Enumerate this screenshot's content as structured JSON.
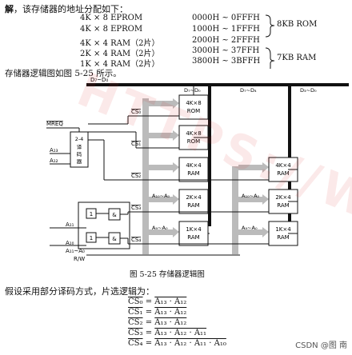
{
  "intro": {
    "bold": "解",
    "text": "，该存储器的地址分配如下："
  },
  "allocation": [
    {
      "mem": "4K × 8  EPROM",
      "addr": "0000H ~ 0FFFH"
    },
    {
      "mem": "4K × 8  EPROM",
      "addr": "1000H ~ 1FFFH"
    },
    {
      "mem": "4K × 4  RAM（2片）",
      "addr": "2000H ~ 2FFFH"
    },
    {
      "mem": "2K × 4  RAM（2片）",
      "addr": "3000H ~ 37FFH"
    },
    {
      "mem": "1K × 4  RAM（2片）",
      "addr": "3800H ~ 3BFFH"
    }
  ],
  "groups": {
    "rom": "8KB ROM",
    "ram": "7KB RAM"
  },
  "diagram_intro": "存储器逻辑图如图 5-25 所示。",
  "figure": {
    "bus_label": "D₇~D₀",
    "sub_bus_left": "D₇~D₀",
    "sub_bus_mid": "D₇~D₄",
    "sub_bus_right": "D₃~D₀",
    "mreq": "MREQ",
    "decoder": "2-4\n译码器",
    "a13": "A₁₃",
    "a12": "A₁₂",
    "a11": "A₁₁",
    "a10": "A₁₀",
    "a11_a0": "A₁₁~A₀",
    "rw": "R/W",
    "cs": [
      "CS₀",
      "CS₁",
      "CS₂",
      "CS₃",
      "CS₄"
    ],
    "chips": {
      "rom0": "4K×8\nROM",
      "rom1": "4K×8\nROM",
      "ram4a": "4K×4\nRAM",
      "ram4b": "4K×4\nRAM",
      "ram2a": "2K×4\nRAM",
      "ram2b": "2K×4\nRAM",
      "ram1a": "1K×4\nRAM",
      "ram1b": "1K×4\nRAM"
    },
    "addr_10_0": "A₁₀~A₀",
    "addr_9_0": "A₉~A₀",
    "gate_1": "1",
    "gate_and": "&"
  },
  "figure_caption": "图 5-25   存储器逻辑图",
  "decode_intro": "假设采用部分译码方式，片选逻辑为：",
  "equations": [
    {
      "lhs": "CS₀",
      "rhs": "A₁₃ · A₁₂"
    },
    {
      "lhs": "CS₁",
      "rhs": "A₁₃ · A₁₂"
    },
    {
      "lhs": "CS₂",
      "rhs": "A₁₃ · A₁₂"
    },
    {
      "lhs": "CS₃",
      "rhs": "A₁₃ · A₁₂ · A₁₁"
    },
    {
      "lhs": "CS₄",
      "rhs": "A₁₃ · A₁₂ · A₁₁ · A₁₀"
    }
  ],
  "watermark": "HTTPS://WWW.",
  "credit": "CSDN @图  南"
}
